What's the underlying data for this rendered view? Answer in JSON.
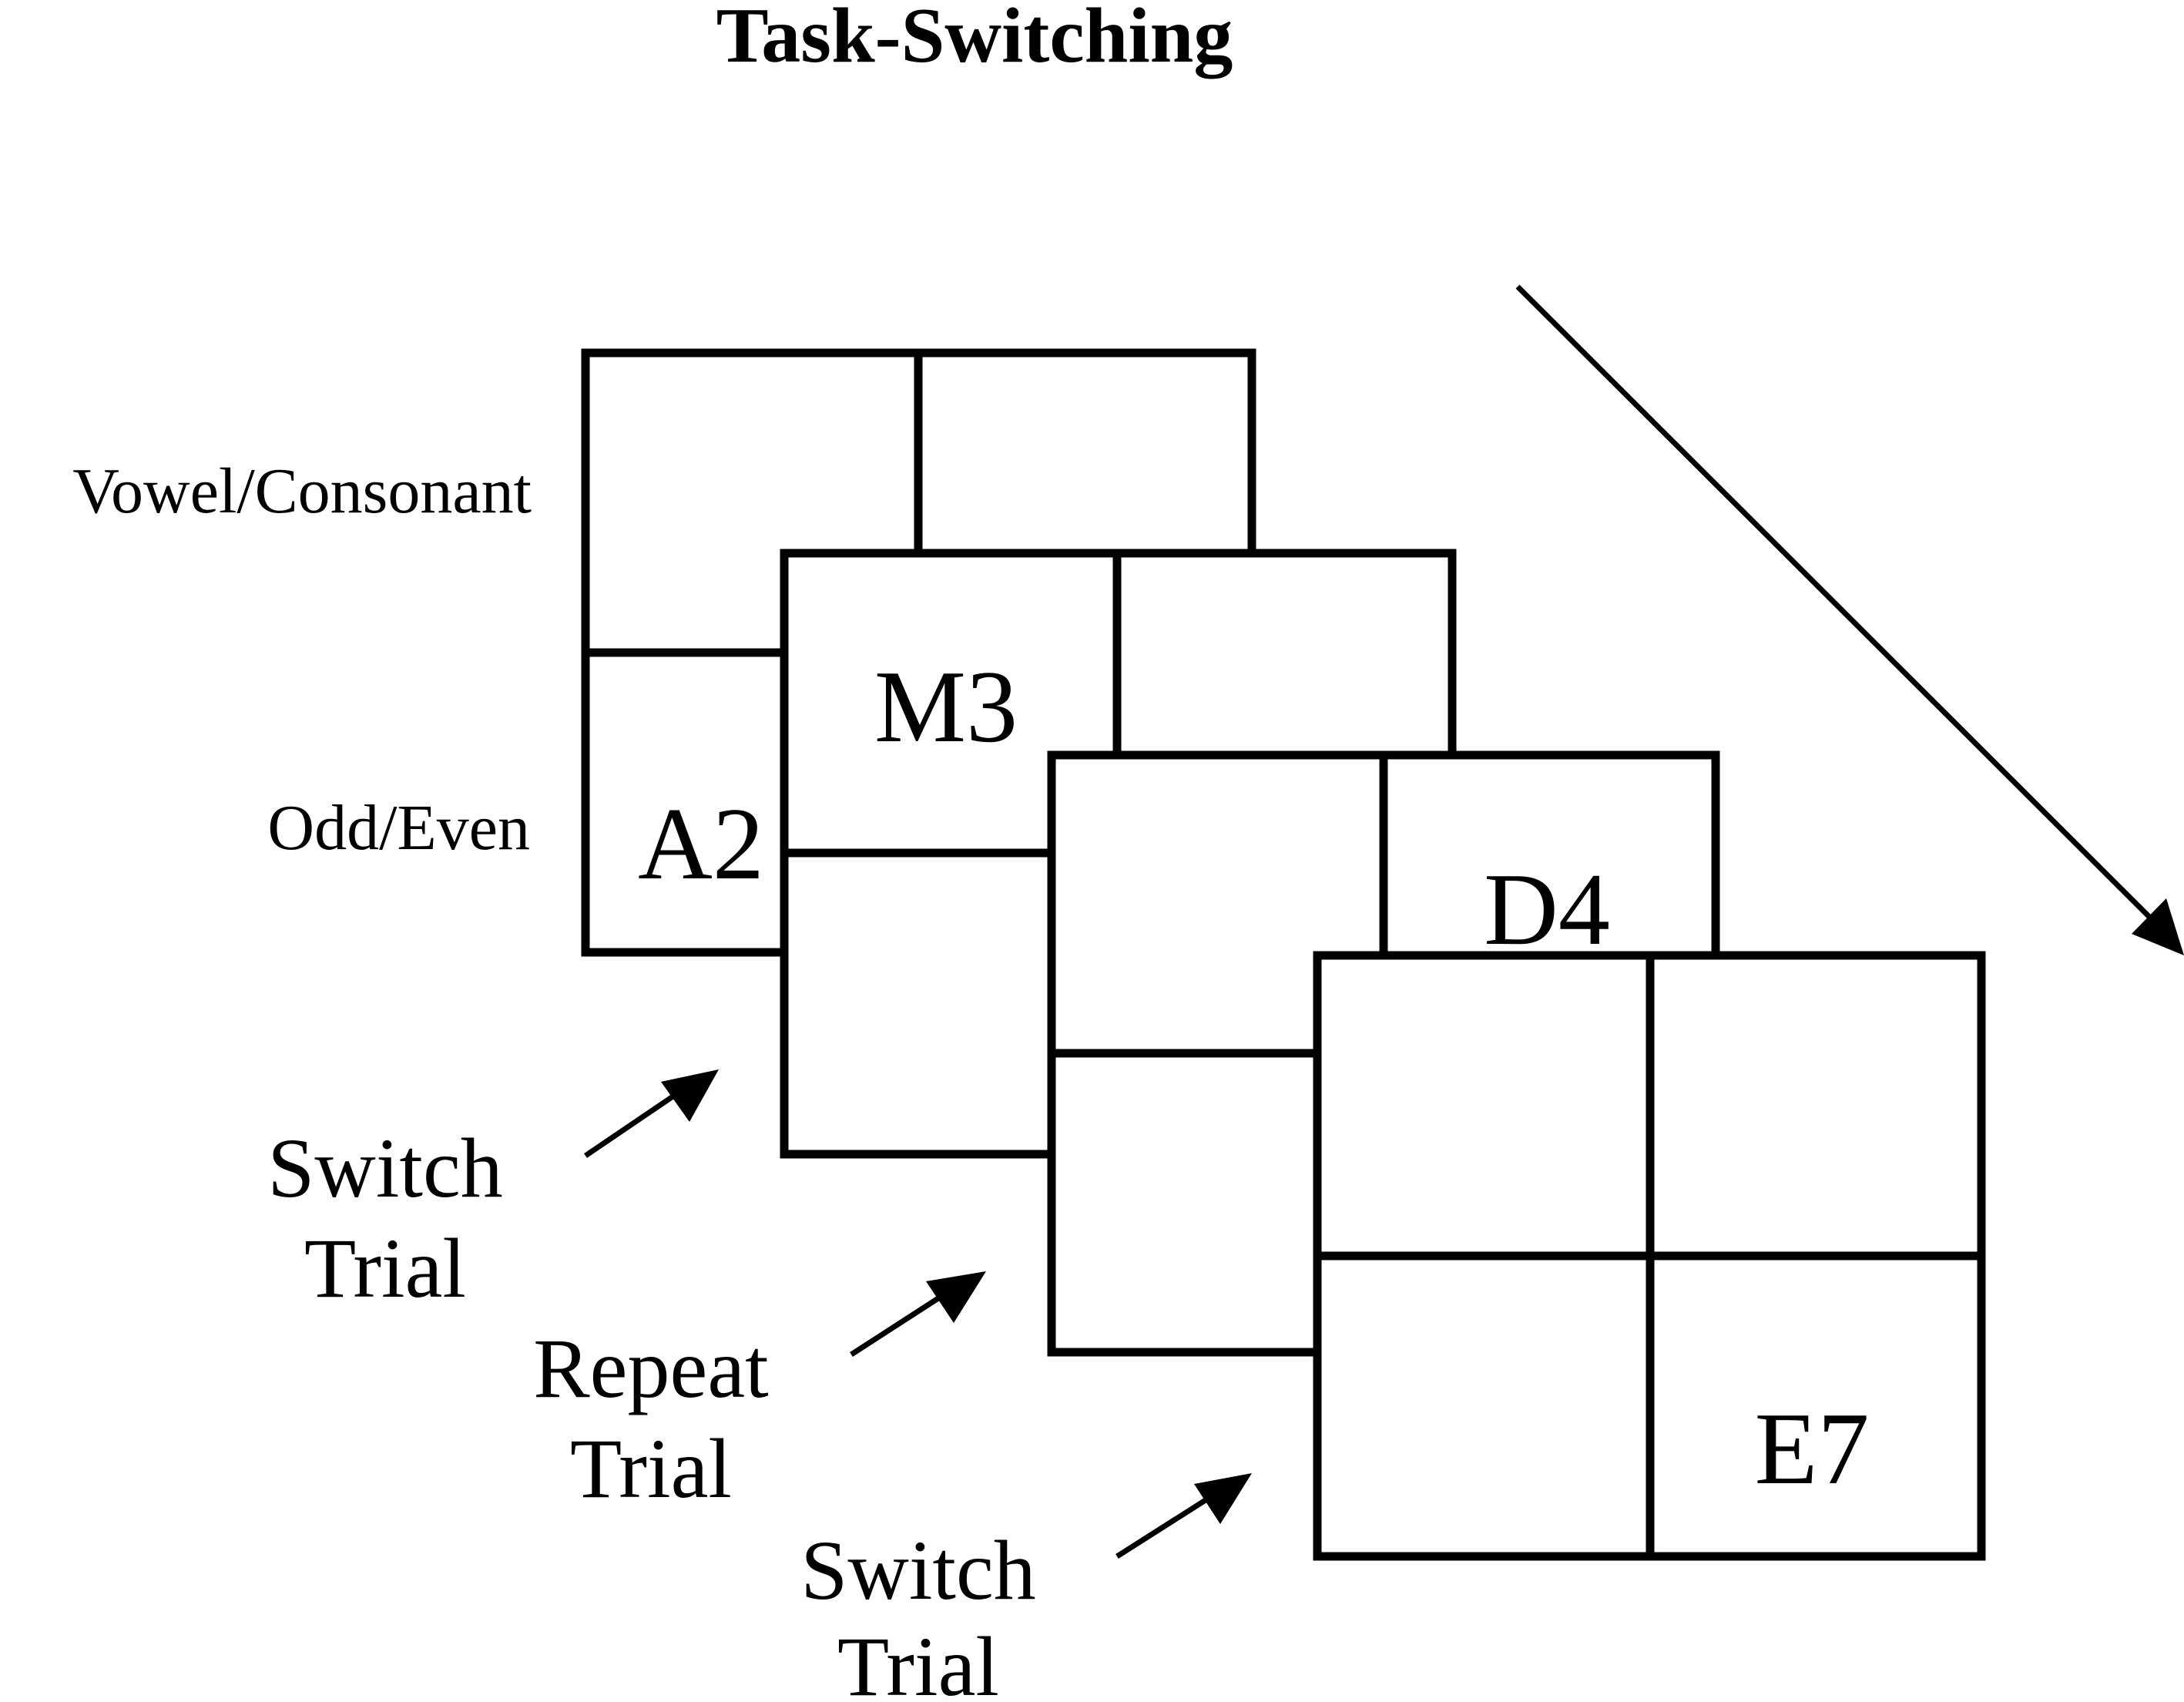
{
  "title": "Task-Switching",
  "row_labels": {
    "top": "Vowel/Consonant",
    "bottom": "Odd/Even"
  },
  "stimuli": {
    "frame1": "A2",
    "frame2": "M3",
    "frame3": "D4",
    "frame4": "E7"
  },
  "trial_labels": [
    {
      "line1": "Switch",
      "line2": "Trial"
    },
    {
      "line1": "Repeat",
      "line2": "Trial"
    },
    {
      "line1": "Switch",
      "line2": "Trial"
    }
  ],
  "colors": {
    "ink": "#000000",
    "background": "#ffffff"
  }
}
